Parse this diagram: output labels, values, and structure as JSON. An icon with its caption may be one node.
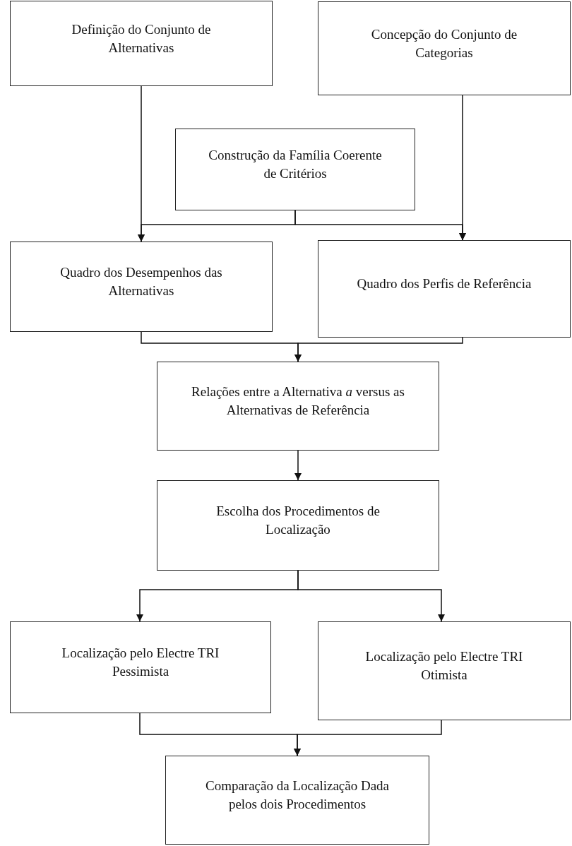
{
  "diagram": {
    "nodes": [
      {
        "text": [
          "Definição do Conjunto de Alternativas"
        ]
      },
      {
        "text": [
          "Concepção do Conjunto de Categorias"
        ]
      },
      {
        "text": [
          "Construção da Família Coerente de Critérios"
        ]
      },
      {
        "text": [
          "Quadro dos Desempenhos das Alternativas"
        ]
      },
      {
        "text": [
          "Quadro dos Perfis de Referência"
        ]
      },
      {
        "text": [
          "Relações entre a Alternativa *a* versus as Alternativas de Referência"
        ]
      },
      {
        "text": [
          "Escolha dos Procedimentos de Localização"
        ]
      },
      {
        "text": [
          "Localização pelo Electre TRI Pessimista"
        ]
      },
      {
        "text": [
          "Localização pelo Electre TRI Otimista"
        ]
      },
      {
        "text": [
          "Comparação da Localização Dada pelos dois Procedimentos"
        ]
      }
    ],
    "edges": [
      {
        "from": 0,
        "to": 3,
        "arrow": "to"
      },
      {
        "from": 1,
        "to": 4,
        "arrow": "to"
      },
      {
        "from": 2,
        "to": 3,
        "arrow": "to"
      },
      {
        "from": 2,
        "to": 4,
        "arrow": "to"
      },
      {
        "from": 3,
        "to": 5,
        "arrow": "to"
      },
      {
        "from": 4,
        "to": 5,
        "arrow": "to"
      },
      {
        "from": 5,
        "to": 6,
        "arrow": "to"
      },
      {
        "from": 6,
        "to": 7,
        "arrow": "to"
      },
      {
        "from": 6,
        "to": 8,
        "arrow": "to"
      },
      {
        "from": 7,
        "to": 9,
        "arrow": "to"
      },
      {
        "from": 8,
        "to": 9,
        "arrow": "to"
      }
    ]
  }
}
